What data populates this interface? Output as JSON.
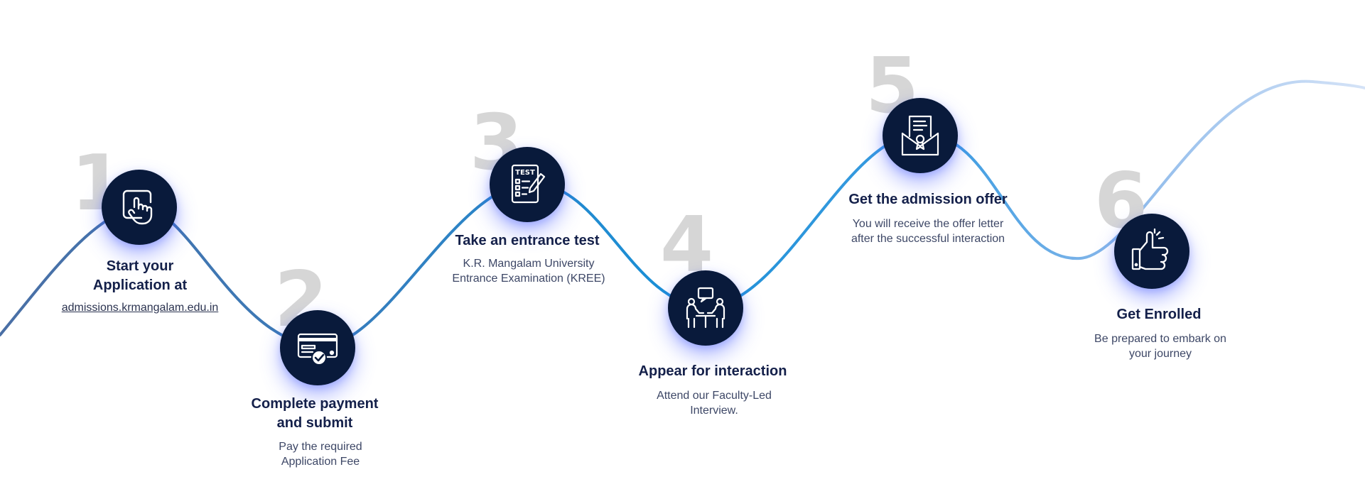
{
  "colors": {
    "badge": "#091a3b",
    "number": "#d6d6d6",
    "title": "#14204a",
    "text": "#3d4766",
    "curve_dark": "#4a6fa5",
    "curve_mid": "#1b8fd6",
    "curve_light": "#d5e3f7"
  },
  "steps": [
    {
      "number": "1",
      "icon": "touch-screen-icon",
      "title_lines": [
        "Start your",
        "Application  at"
      ],
      "link": "admissions.krmangalam.edu.in"
    },
    {
      "number": "2",
      "icon": "payment-card-icon",
      "title_lines": [
        "Complete payment",
        "and submit"
      ],
      "desc_lines": [
        "Pay the required",
        "Application Fee"
      ]
    },
    {
      "number": "3",
      "icon": "test-paper-icon",
      "icon_label": "TEST",
      "title_lines": [
        "Take an entrance test"
      ],
      "desc_lines": [
        "K.R. Mangalam University",
        "Entrance Examination (KREE)"
      ]
    },
    {
      "number": "4",
      "icon": "interview-icon",
      "title_lines": [
        "Appear for interaction"
      ],
      "desc_lines": [
        "Attend our Faculty-Led",
        "Interview."
      ]
    },
    {
      "number": "5",
      "icon": "offer-letter-icon",
      "title_lines": [
        "Get the admission offer"
      ],
      "desc_lines": [
        "You will receive the offer letter",
        "after the successful interaction"
      ]
    },
    {
      "number": "6",
      "icon": "thumbs-up-icon",
      "title_lines": [
        "Get Enrolled"
      ],
      "desc_lines": [
        "Be prepared to embark on",
        "your journey"
      ]
    }
  ]
}
